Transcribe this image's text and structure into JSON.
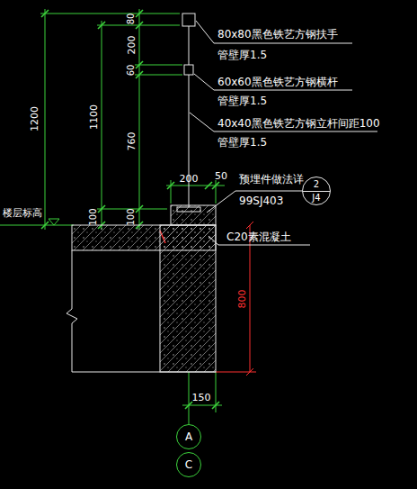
{
  "diagram": {
    "nodes": [
      {
        "text": [
          "2",
          "J4"
        ]
      },
      {
        "text": [
          "A"
        ]
      },
      {
        "text": [
          "C"
        ]
      }
    ],
    "labels": [
      "1200",
      "1100",
      "200",
      "80",
      "60",
      "760",
      "100",
      "100",
      "楼层标高",
      "80x80黑色铁艺方钢扶手",
      "管壁厚1.5",
      "60x60黑色铁艺方钢横杆",
      "管壁厚1.5",
      "40x40黑色铁艺方钢立杆间距100",
      "管壁厚1.5",
      "200",
      "50",
      "预埋件做法详",
      "99SJ403",
      "C20素混凝土",
      "800",
      "150"
    ]
  }
}
